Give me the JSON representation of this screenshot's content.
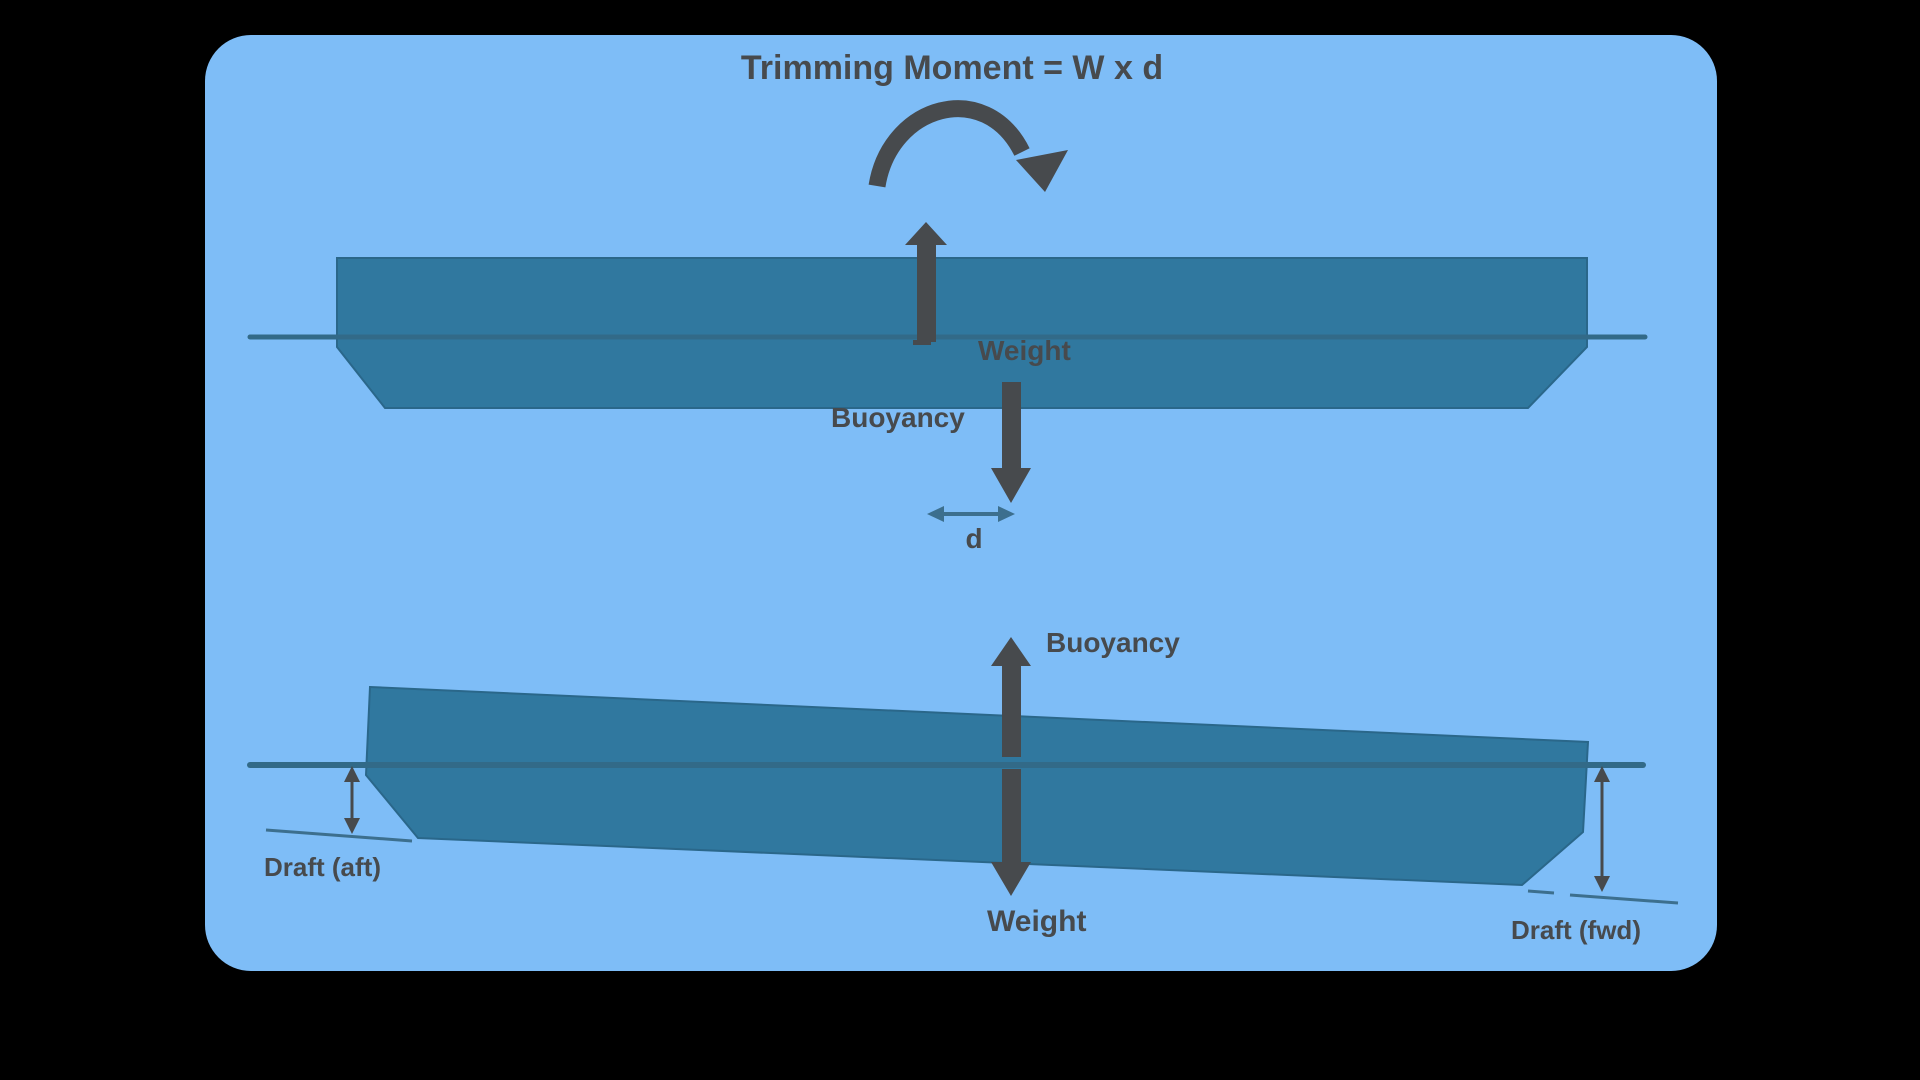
{
  "colors": {
    "background": "#000000",
    "panel": "#7ebdf7",
    "hull": "#30789f",
    "hull-outline": "#2a678a",
    "waterline": "#326a88",
    "dim": "#3c6f8e",
    "ink": "#474a4d"
  },
  "title": "Trimming Moment = W x d",
  "upper_diagram": {
    "weight_label": "Weight",
    "buoyancy_label": "Buoyancy",
    "distance_label": "d"
  },
  "lower_diagram": {
    "buoyancy_label": "Buoyancy",
    "weight_label": "Weight",
    "draft_aft_label": "Draft (aft)",
    "draft_fwd_label": "Draft (fwd)"
  }
}
